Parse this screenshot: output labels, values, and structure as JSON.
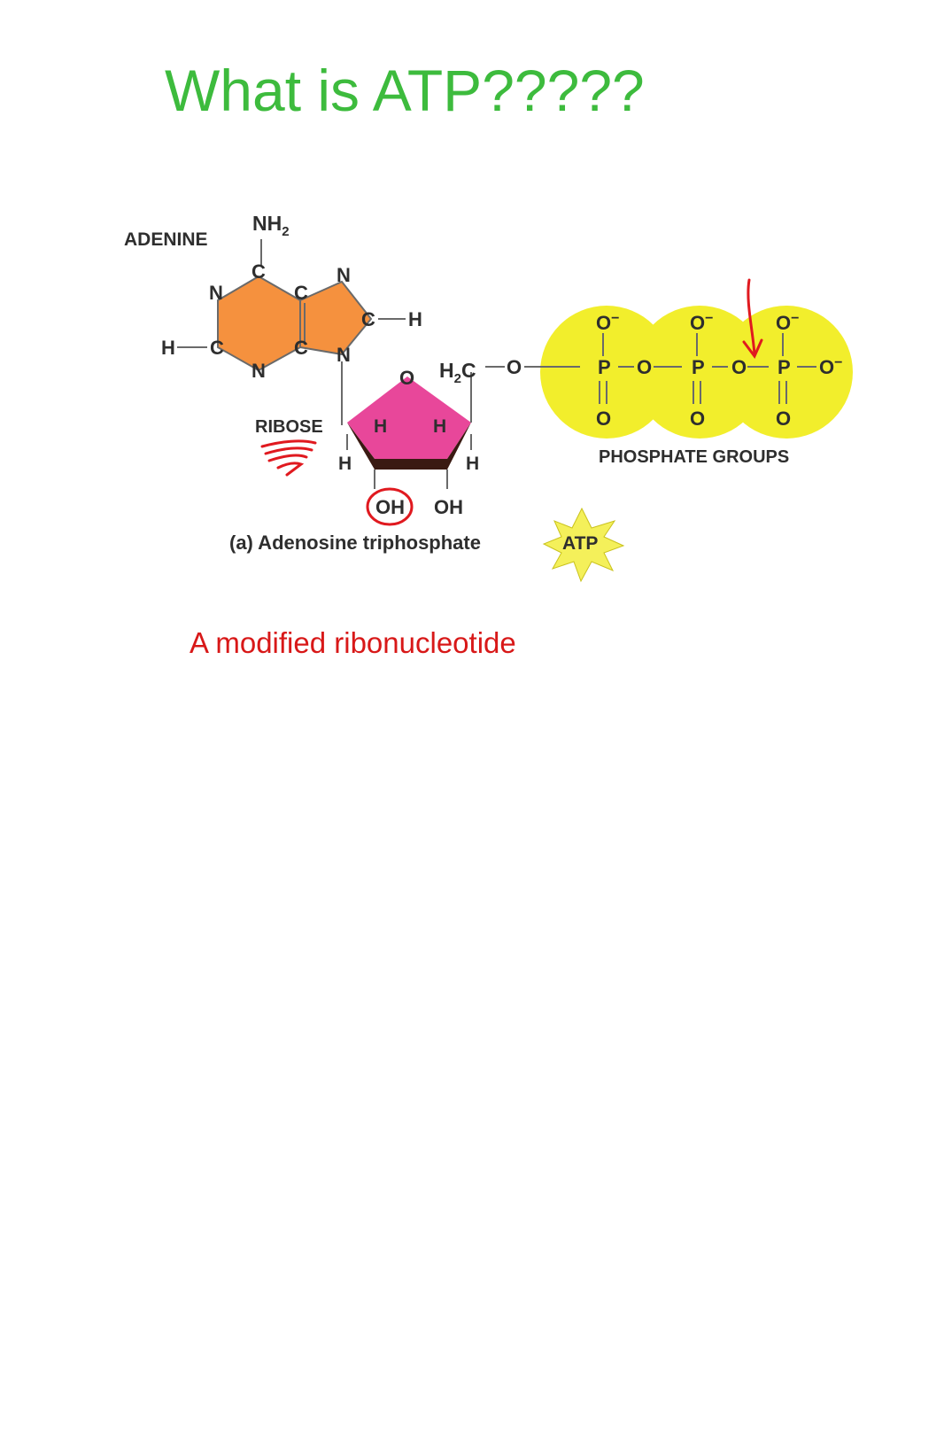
{
  "title": "What is ATP?????",
  "caption": "A modified ribonucleotide",
  "diagram": {
    "labels": {
      "adenine": "ADENINE",
      "ribose": "RIBOSE",
      "phosphate_groups": "PHOSPHATE GROUPS",
      "figure_caption": "(a) Adenosine triphosphate",
      "atp_badge": "ATP"
    },
    "adenine_atoms": {
      "nh2": "NH",
      "nh2_sub": "2",
      "c_top": "C",
      "n_left": "N",
      "c_center_top": "C",
      "n_right_top": "N",
      "c_right": "C",
      "h_right": "H",
      "h_left": "H",
      "c_left": "C",
      "n_bottom": "N",
      "c_center_bottom": "C",
      "n_glyco": "N"
    },
    "ribose_atoms": {
      "o_ring": "O",
      "h2c": "H",
      "h2c_sub": "2",
      "h2c_c": "C",
      "o_link": "O",
      "h_top_left": "H",
      "h_top_right": "H",
      "h_bottom_left": "H",
      "h_bottom_right": "H",
      "oh_left": "OH",
      "oh_right": "OH"
    },
    "phosphate_atoms": {
      "p1_o_top": "O",
      "p1_minus": "−",
      "p1": "P",
      "p1_o_bottom": "O",
      "bridge_o1": "O",
      "p2_o_top": "O",
      "p2_minus": "−",
      "p2": "P",
      "p2_o_bottom": "O",
      "bridge_o2": "O",
      "p3_o_top": "O",
      "p3_minus": "−",
      "p3": "P",
      "p3_o_bottom": "O",
      "terminal_o": "O",
      "terminal_minus": "−"
    },
    "colors": {
      "title": "#3dbb3d",
      "caption": "#d81818",
      "adenine_fill": "#f5913e",
      "ribose_fill": "#e8479a",
      "phosphate_fill": "#f2ee2c",
      "annotation": "#e0191f",
      "atp_star": "#f4f05a"
    }
  }
}
